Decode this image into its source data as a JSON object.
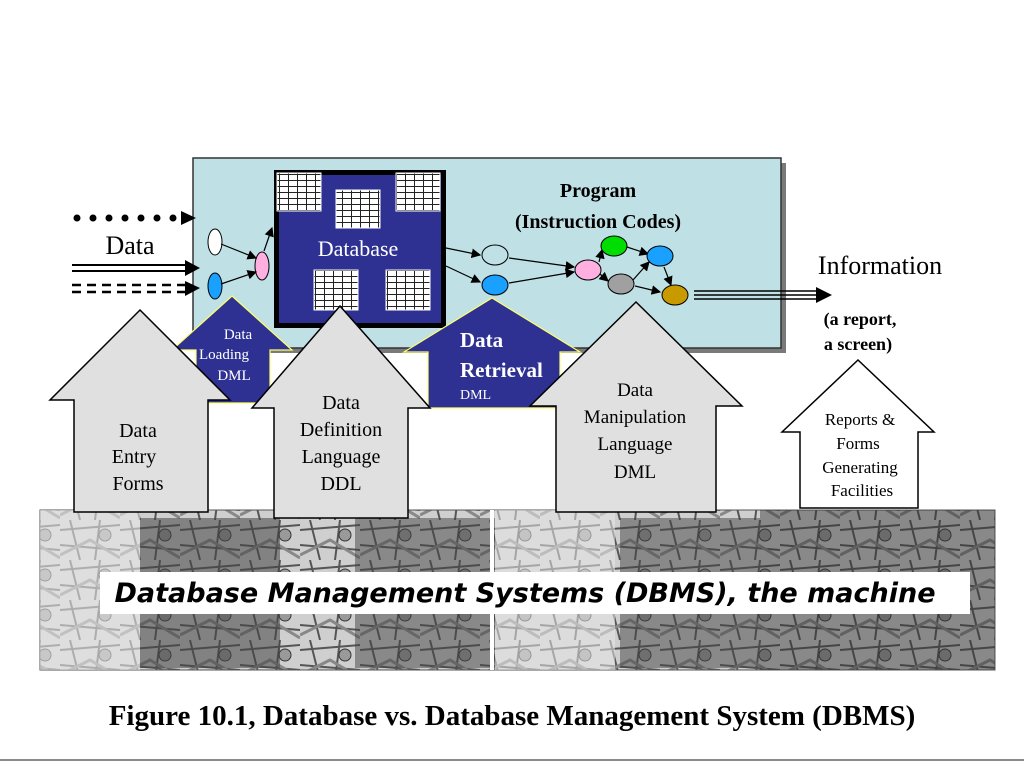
{
  "diagram": {
    "data_label": "Data",
    "information_label": "Information",
    "information_sub_line1": "(a report,",
    "information_sub_line2": "a screen)",
    "database_label": "Database",
    "program_line1": "Program",
    "program_line2": "(Instruction Codes)",
    "data_loading": {
      "line1": "Data",
      "line2": "Loading",
      "line3": "DML"
    },
    "data_retrieval": {
      "line1": "Data",
      "line2": "Retrieval",
      "line3": "DML"
    },
    "data_entry": {
      "line1": "Data",
      "line2": "Entry",
      "line3": "Forms"
    },
    "ddl": {
      "line1": "Data",
      "line2": "Definition",
      "line3": "Language",
      "line4": "DDL"
    },
    "dml": {
      "line1": "Data",
      "line2": "Manipulation",
      "line3": "Language",
      "line4": "DML"
    },
    "reports": {
      "line1": "Reports &",
      "line2": "Forms",
      "line3": "Generating",
      "line4": "Facilities"
    },
    "machine_banner": "Database Management Systems (DBMS), the machine"
  },
  "caption": "Figure 10.1, Database vs. Database Management System (DBMS)",
  "colors": {
    "panel_fill": "#bfe0e4",
    "database_fill": "#2e3192",
    "arrow_gray": "#e0e0e0",
    "node_green": "#00dd00",
    "node_blue": "#1aa0ff",
    "node_pink": "#ffb0e0",
    "node_gray": "#a0a0a0",
    "node_gold": "#c89a00"
  }
}
